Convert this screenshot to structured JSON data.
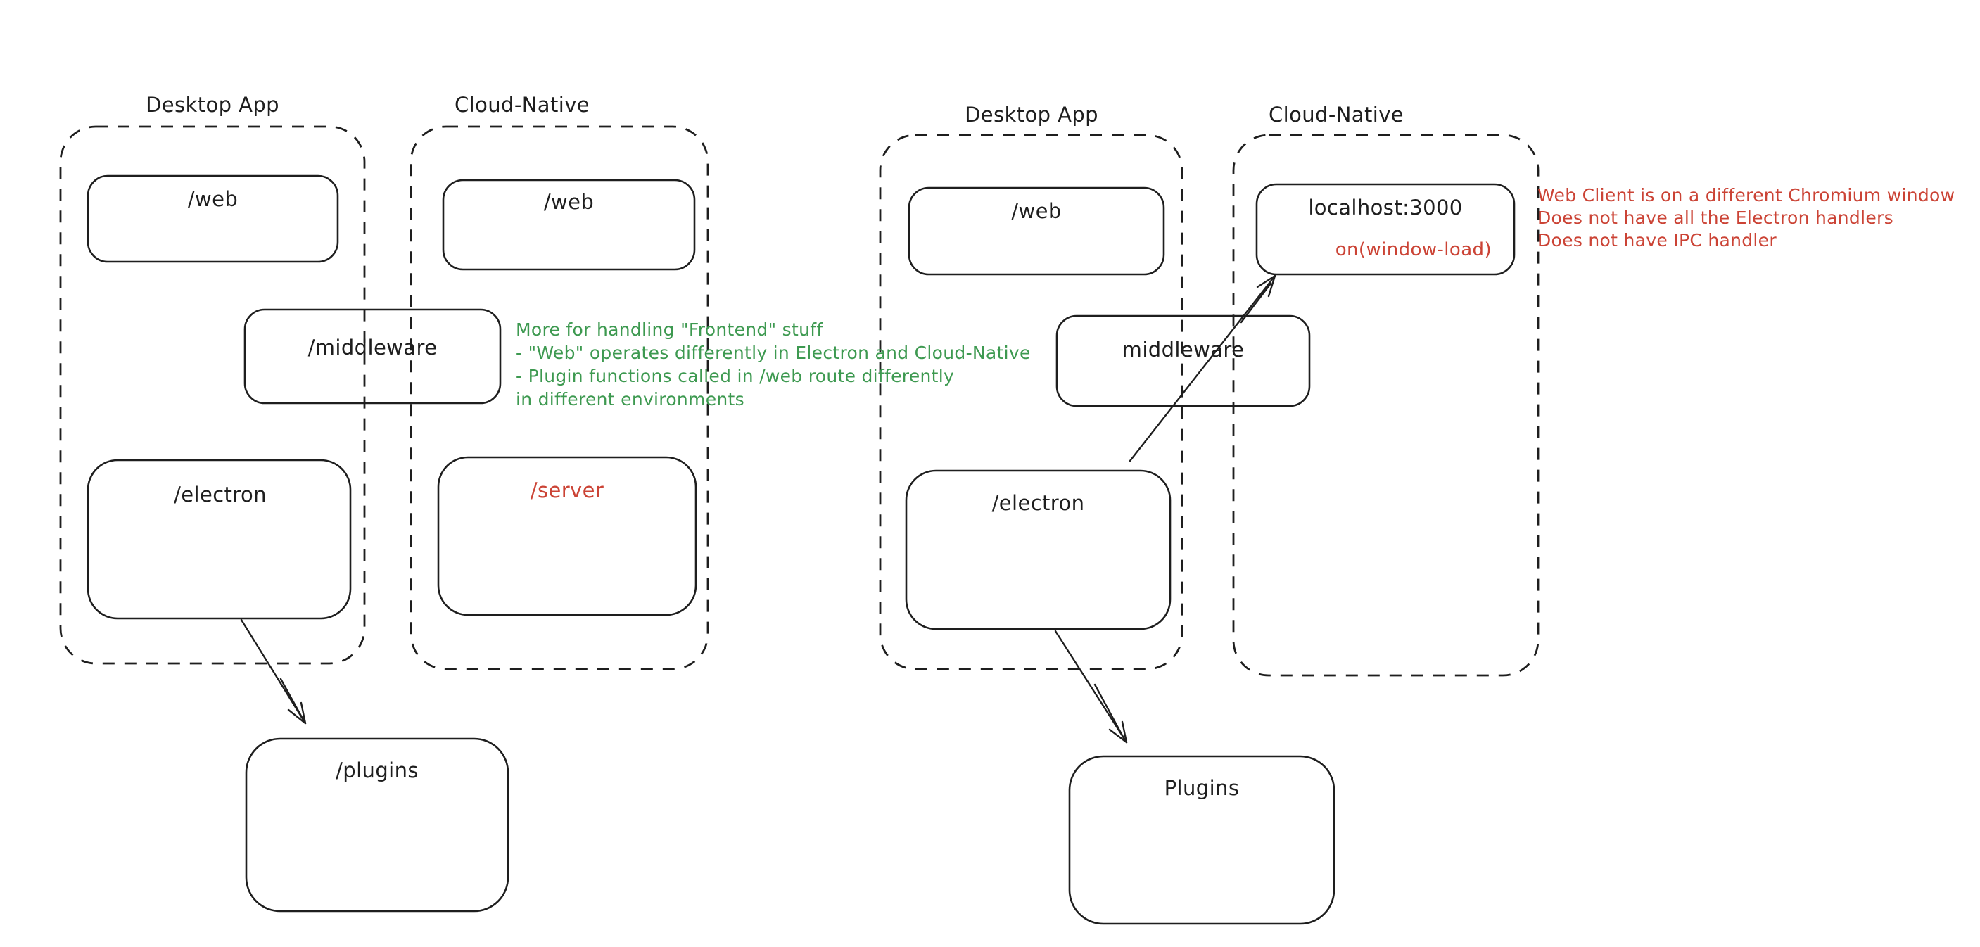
{
  "colors": {
    "stroke": "#1e1e1e",
    "red": "#cb4335",
    "green": "#3d9950",
    "background": "#ffffff"
  },
  "left": {
    "desktop_label": "Desktop App",
    "cloud_label": "Cloud-Native",
    "desktop_web": "/web",
    "cloud_web": "/web",
    "middleware": "/middleware",
    "electron": "/electron",
    "server": "/server",
    "plugins": "/plugins",
    "green_note": [
      "More for handling \"Frontend\" stuff",
      "- \"Web\" operates differently in Electron and Cloud-Native",
      "- Plugin functions called in /web route differently",
      "in different environments"
    ]
  },
  "right": {
    "desktop_label": "Desktop App",
    "cloud_label": "Cloud-Native",
    "desktop_web": "/web",
    "localhost": "localhost:3000",
    "window_load": "on(window-load)",
    "middleware": "middleware",
    "electron": "/electron",
    "plugins": "Plugins",
    "red_note": [
      "Web Client is on a different Chromium window",
      "Does not have all the Electron handlers",
      "Does not have IPC handler"
    ]
  }
}
